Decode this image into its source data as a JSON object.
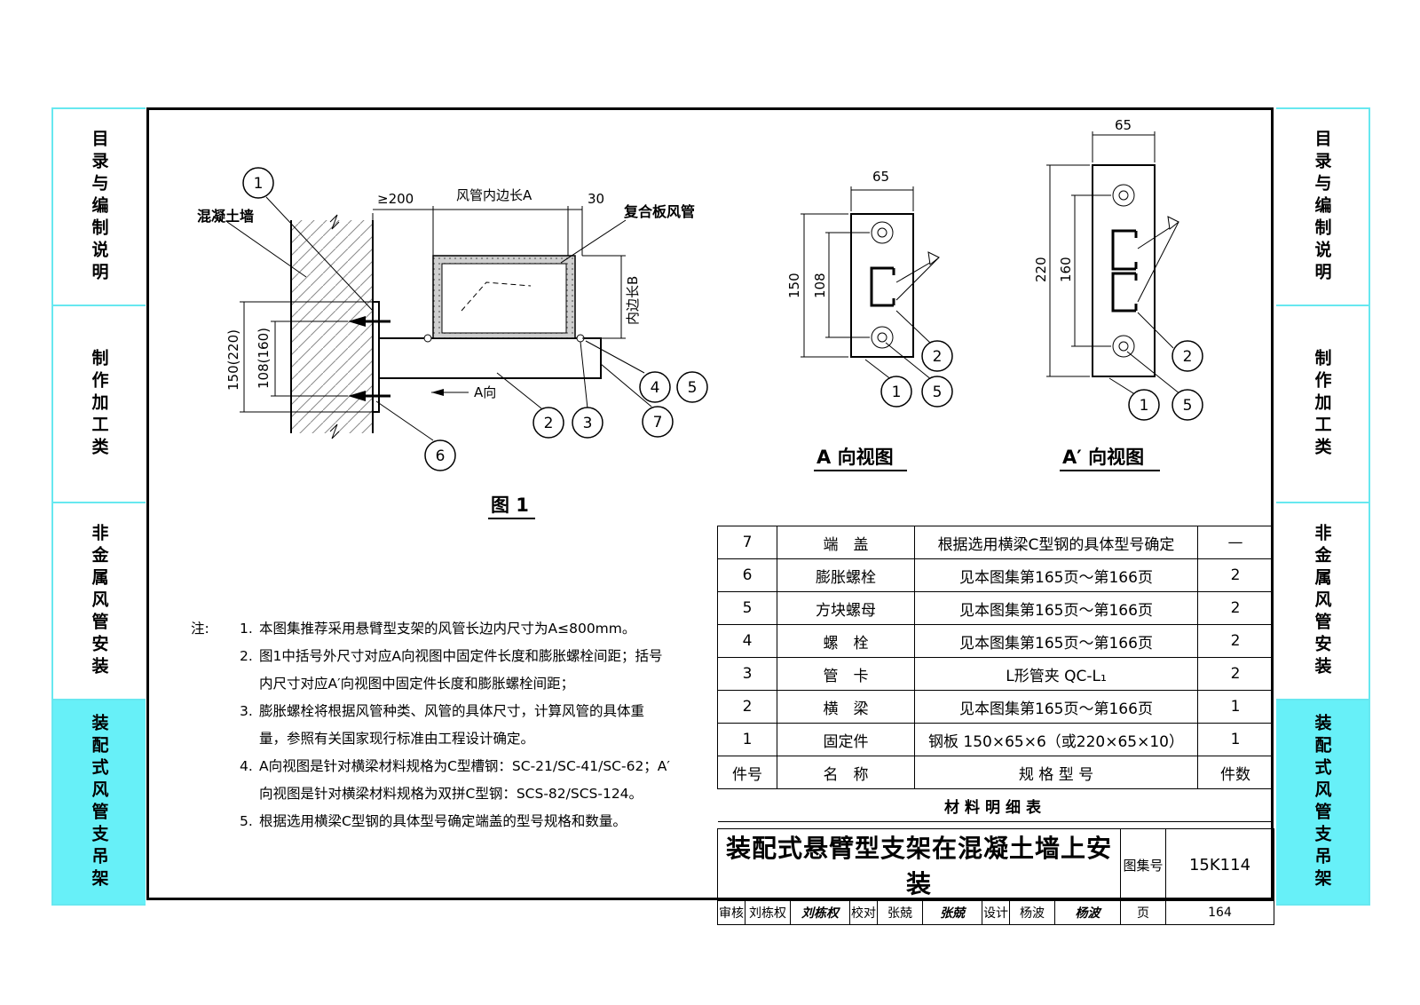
{
  "sidebar": {
    "tabs": [
      {
        "label": "目录与编制说明"
      },
      {
        "label": "制作加工类"
      },
      {
        "label": "非金属风管安装"
      },
      {
        "label": "装配式风管支吊架"
      }
    ],
    "active_index": 3
  },
  "figure1": {
    "caption": "图 1",
    "wall_label": "混凝土墙",
    "duct_label": "复合板风管",
    "dims": {
      "min_gap": "≥200",
      "inner_a": "风管内边长A",
      "gap30": "30",
      "inner_b": "内边长B",
      "h_outer": "150(220)",
      "h_inner": "108(160)"
    },
    "arrow_label": "A向",
    "balloons": [
      "1",
      "2",
      "3",
      "4",
      "5",
      "6",
      "7"
    ]
  },
  "view_a": {
    "title": "A 向视图",
    "w": "65",
    "h1": "150",
    "h2": "108",
    "balloons": [
      "1",
      "2",
      "5"
    ]
  },
  "view_a_prime": {
    "title": "A′ 向视图",
    "w": "65",
    "h1": "220",
    "h2": "160",
    "balloons": [
      "1",
      "2",
      "5"
    ]
  },
  "notes": {
    "lead": "注:",
    "items": [
      {
        "num": "1.",
        "text": "本图集推荐采用悬臂型支架的风管长边内尺寸为A≤800mm。"
      },
      {
        "num": "2.",
        "text": "图1中括号外尺寸对应A向视图中固定件长度和膨胀螺栓间距；括号内尺寸对应A′向视图中固定件长度和膨胀螺栓间距；"
      },
      {
        "num": "3.",
        "text": "膨胀螺栓将根据风管种类、风管的具体尺寸，计算风管的具体重量，参照有关国家现行标准由工程设计确定。"
      },
      {
        "num": "4.",
        "text": "A向视图是针对横梁材料规格为C型槽钢：SC-21/SC-41/SC-62；A′向视图是针对横梁材料规格为双拼C型钢：SCS-82/SCS-124。"
      },
      {
        "num": "5.",
        "text": "根据选用横梁C型钢的具体型号确定端盖的型号规格和数量。"
      }
    ]
  },
  "bom": {
    "rows": [
      {
        "no": "7",
        "name": "端　盖",
        "spec": "根据选用横梁C型钢的具体型号确定",
        "qty": "—"
      },
      {
        "no": "6",
        "name": "膨胀螺栓",
        "spec": "见本图集第165页～第166页",
        "qty": "2"
      },
      {
        "no": "5",
        "name": "方块螺母",
        "spec": "见本图集第165页～第166页",
        "qty": "2"
      },
      {
        "no": "4",
        "name": "螺　栓",
        "spec": "见本图集第165页～第166页",
        "qty": "2"
      },
      {
        "no": "3",
        "name": "管　卡",
        "spec": "L形管夹 QC-L₁",
        "qty": "2"
      },
      {
        "no": "2",
        "name": "横　梁",
        "spec": "见本图集第165页～第166页",
        "qty": "1"
      },
      {
        "no": "1",
        "name": "固定件",
        "spec": "钢板 150×65×6（或220×65×10）",
        "qty": "1"
      }
    ],
    "header": {
      "no": "件号",
      "name": "名　称",
      "spec": "规 格 型 号",
      "qty": "件数"
    },
    "caption": "材料明细表"
  },
  "title_block": {
    "title": "装配式悬臂型支架在混凝土墙上安装",
    "atlas_label": "图集号",
    "atlas_no": "15K114",
    "page_label": "页",
    "page_no": "164",
    "review_label": "审核",
    "review_name": "刘栋权",
    "review_sig": "刘栋权",
    "check_label": "校对",
    "check_name": "张兢",
    "check_sig": "张兢",
    "design_label": "设计",
    "design_name": "杨波",
    "design_sig": "杨波"
  },
  "colors": {
    "tab_border": "#67e8f0",
    "tab_active": "#67f0f8",
    "duct_hatch": "#9a9a9a"
  }
}
